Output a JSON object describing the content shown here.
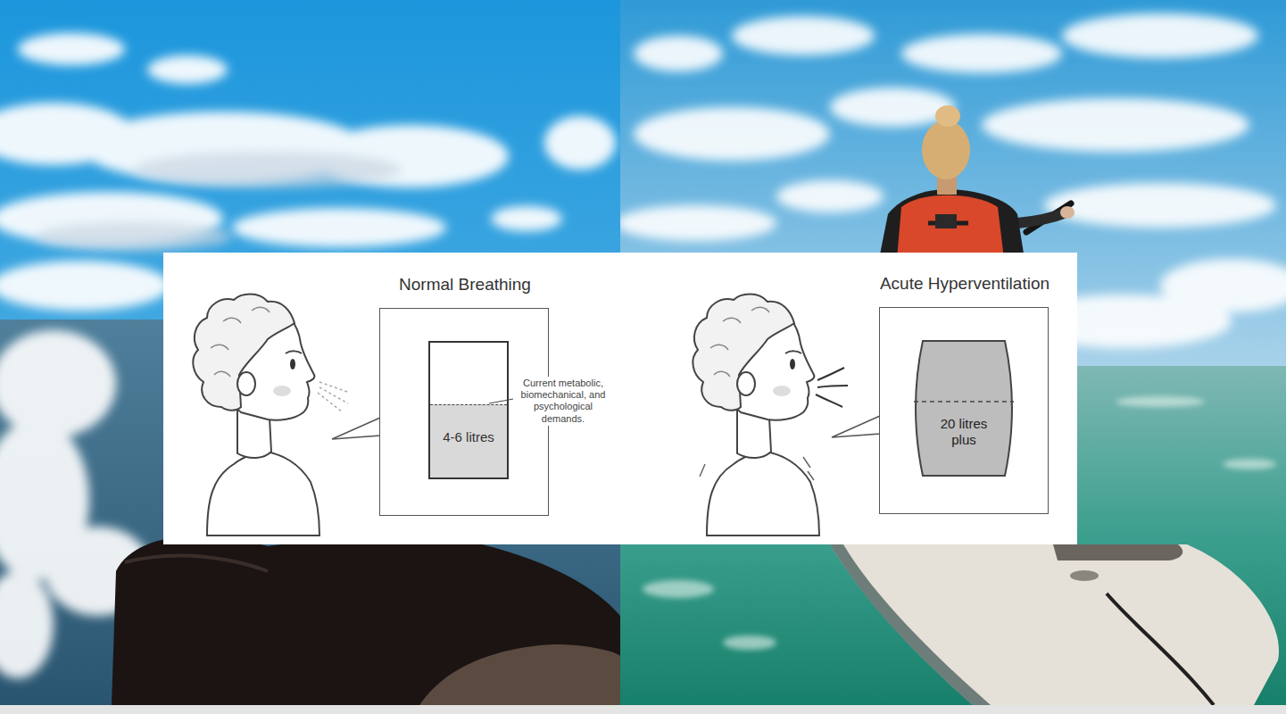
{
  "diagram": {
    "nodes": [
      {
        "text": [
          "Normal Breathing"
        ]
      },
      {
        "text": [
          "4-6 litres"
        ],
        "in": 0
      },
      {
        "text": [
          "Acute Hyperventilation"
        ]
      },
      {
        "text": [
          "20 litres plus"
        ],
        "in": 2
      }
    ],
    "labels": [
      "Current metabolic, biomechanical, and psychological demands."
    ]
  }
}
